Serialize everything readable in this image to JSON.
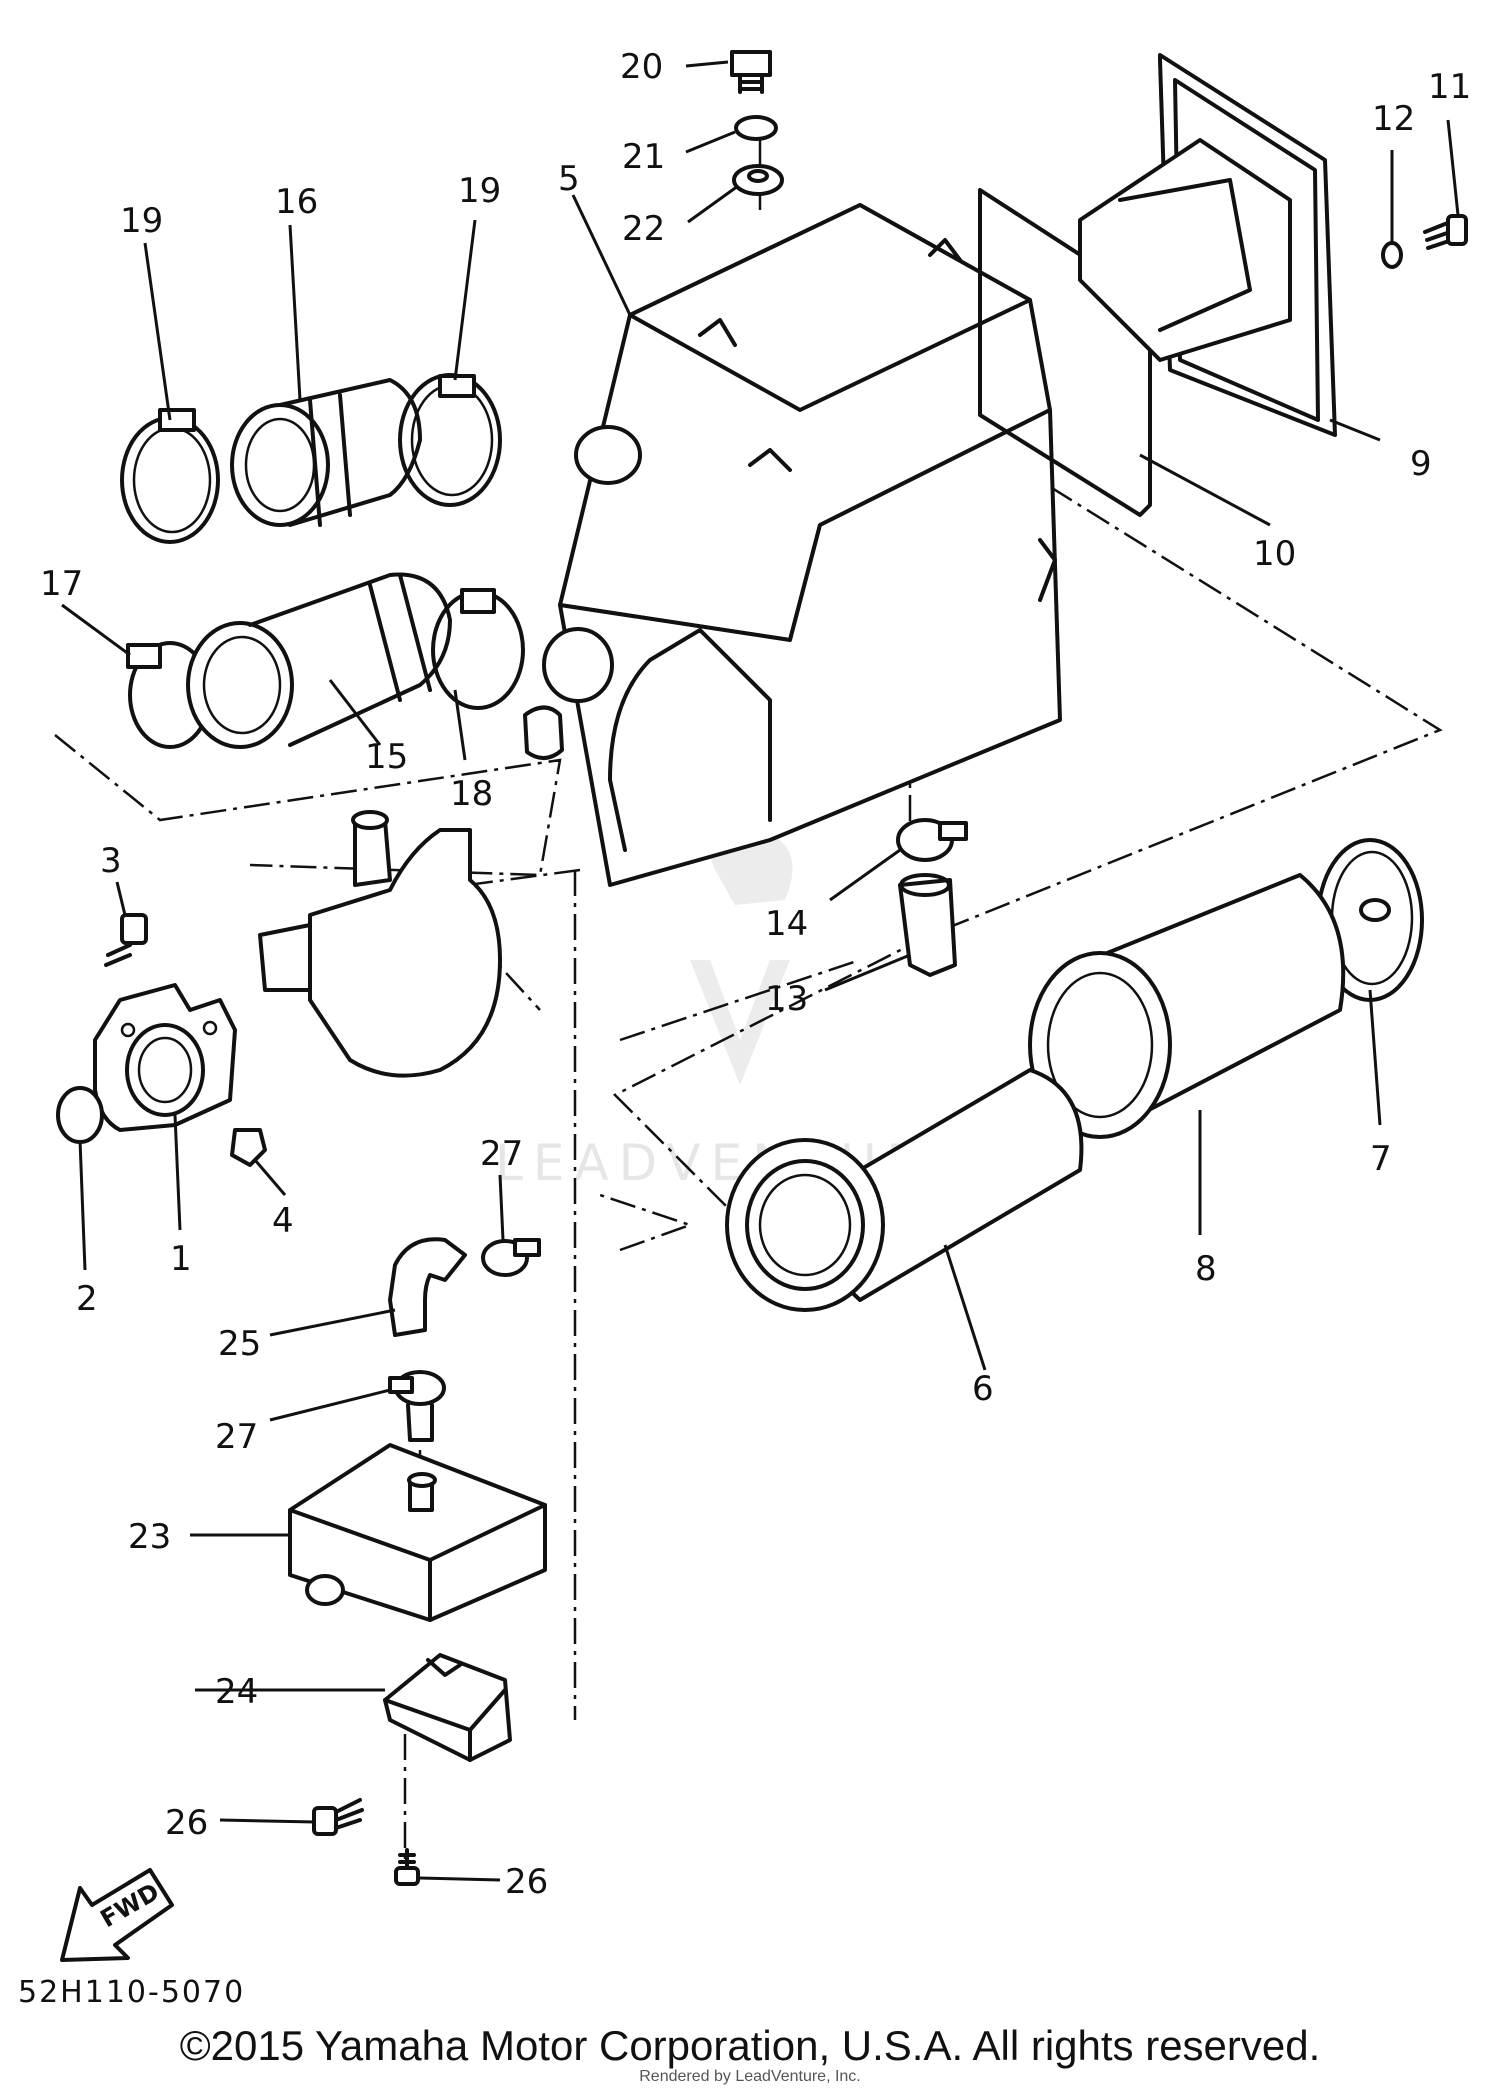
{
  "diagram": {
    "part_code": "52H110-5070",
    "fwd_label": "FWD",
    "watermark_text": "LEADVENTURE",
    "callouts": [
      {
        "id": "c20",
        "label": "20"
      },
      {
        "id": "c21",
        "label": "21"
      },
      {
        "id": "c22",
        "label": "22"
      },
      {
        "id": "c5",
        "label": "5"
      },
      {
        "id": "c19a",
        "label": "19"
      },
      {
        "id": "c16",
        "label": "16"
      },
      {
        "id": "c19b",
        "label": "19"
      },
      {
        "id": "c12",
        "label": "12"
      },
      {
        "id": "c11",
        "label": "11"
      },
      {
        "id": "c9",
        "label": "9"
      },
      {
        "id": "c10",
        "label": "10"
      },
      {
        "id": "c17",
        "label": "17"
      },
      {
        "id": "c15",
        "label": "15"
      },
      {
        "id": "c18",
        "label": "18"
      },
      {
        "id": "c3",
        "label": "3"
      },
      {
        "id": "c14",
        "label": "14"
      },
      {
        "id": "c13",
        "label": "13"
      },
      {
        "id": "c7",
        "label": "7"
      },
      {
        "id": "c27a",
        "label": "27"
      },
      {
        "id": "c4",
        "label": "4"
      },
      {
        "id": "c1",
        "label": "1"
      },
      {
        "id": "c2",
        "label": "2"
      },
      {
        "id": "c8",
        "label": "8"
      },
      {
        "id": "c6",
        "label": "6"
      },
      {
        "id": "c25",
        "label": "25"
      },
      {
        "id": "c27b",
        "label": "27"
      },
      {
        "id": "c23",
        "label": "23"
      },
      {
        "id": "c24",
        "label": "24"
      },
      {
        "id": "c26a",
        "label": "26"
      },
      {
        "id": "c26b",
        "label": "26"
      }
    ]
  },
  "footer": {
    "copyright": "©2015 Yamaha Motor Corporation, U.S.A. All rights reserved.",
    "rendered_by": "Rendered by LeadVenture, Inc."
  }
}
